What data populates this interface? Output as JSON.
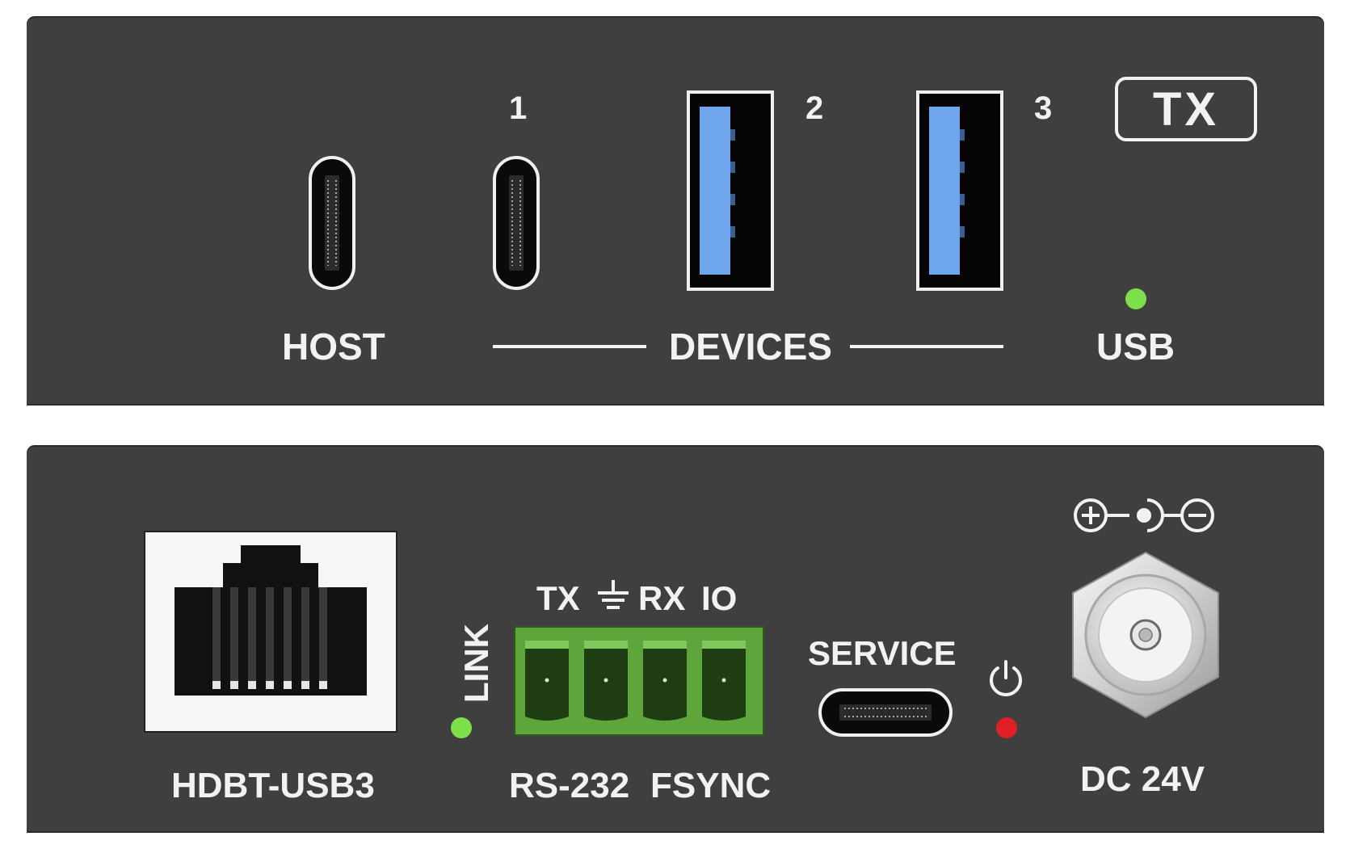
{
  "front_panel": {
    "host_label": "HOST",
    "device_numbers": [
      "1",
      "2",
      "3"
    ],
    "devices_label": "DEVICES",
    "tx_badge": "TX",
    "usb_label": "USB",
    "usb_led_color": "#7be04a"
  },
  "rear_panel": {
    "rj45_label": "HDBT-USB3",
    "link_label": "LINK",
    "link_led_color": "#7be04a",
    "terminal_top_label": {
      "tx": "TX",
      "rx": "RX",
      "io": "IO"
    },
    "terminal_bottom_label": {
      "rs232": "RS-232",
      "fsync": "FSYNC"
    },
    "terminal_color": "#5ea63c",
    "service_label": "SERVICE",
    "power_led_color": "#e01f25",
    "dc_label": "DC 24V"
  },
  "icons": [
    "usb-c-port-icon",
    "usb-a-port-icon",
    "rj45-port-icon",
    "ground-icon",
    "power-icon",
    "dc-polarity-icon",
    "dc-jack-icon"
  ]
}
